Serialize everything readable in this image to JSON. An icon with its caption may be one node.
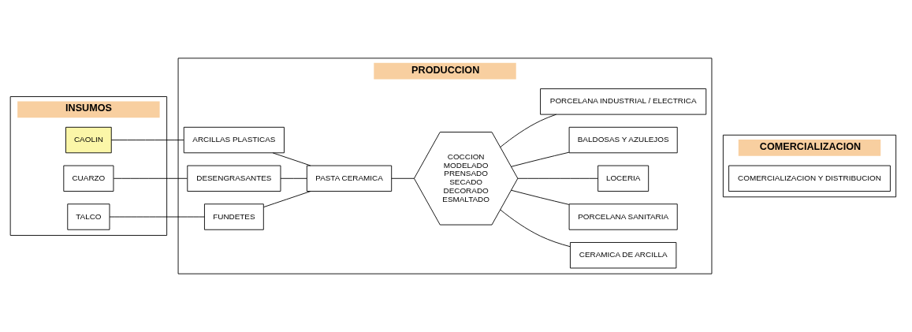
{
  "diagram": {
    "nodes": [
      {
        "text": [
          "INSUMOS"
        ]
      },
      {
        "text": [
          "CAOLIN"
        ],
        "in": 0
      },
      {
        "text": [
          "CUARZO"
        ],
        "in": 0
      },
      {
        "text": [
          "TALCO"
        ],
        "in": 0
      },
      {
        "text": [
          "PRODUCCION"
        ]
      },
      {
        "text": [
          "ARCILLAS PLASTICAS"
        ],
        "in": 4
      },
      {
        "text": [
          "DESENGRASANTES"
        ],
        "in": 4
      },
      {
        "text": [
          "FUNDETES"
        ],
        "in": 4
      },
      {
        "text": [
          "PASTA CERAMICA"
        ],
        "in": 4
      },
      {
        "text": [
          "COCCION",
          "MODELADO",
          "PRENSADO",
          "SECADO",
          "DECORADO",
          "ESMALTADO"
        ],
        "in": 4
      },
      {
        "text": [
          "CERAMICA DE ARCILLA"
        ],
        "in": 4
      },
      {
        "text": [
          "PORCELANA SANITARIA"
        ],
        "in": 4
      },
      {
        "text": [
          "LOCERIA"
        ],
        "in": 4
      },
      {
        "text": [
          "BALDOSAS Y AZULEJOS"
        ],
        "in": 4
      },
      {
        "text": [
          "PORCELANA INDUSTRIAL / ELECTRICA"
        ],
        "in": 4
      },
      {
        "text": [
          "COMERCIALIZACION"
        ]
      },
      {
        "text": [
          "COMERCIALIZACION Y DISTRIBUCION"
        ],
        "in": 15
      }
    ],
    "edges": [
      {
        "from": 1,
        "to": 5,
        "arrow": "none"
      },
      {
        "from": 2,
        "to": 6,
        "arrow": "none"
      },
      {
        "from": 3,
        "to": 7,
        "arrow": "none"
      },
      {
        "from": 5,
        "to": 8,
        "arrow": "none"
      },
      {
        "from": 6,
        "to": 8,
        "arrow": "none"
      },
      {
        "from": 7,
        "to": 8,
        "arrow": "none"
      },
      {
        "from": 8,
        "to": 9,
        "arrow": "none"
      },
      {
        "from": 9,
        "to": 10,
        "arrow": "none"
      },
      {
        "from": 9,
        "to": 11,
        "arrow": "none"
      },
      {
        "from": 9,
        "to": 12,
        "arrow": "none"
      },
      {
        "from": 9,
        "to": 13,
        "arrow": "none"
      },
      {
        "from": 9,
        "to": 14,
        "arrow": "none"
      }
    ]
  }
}
